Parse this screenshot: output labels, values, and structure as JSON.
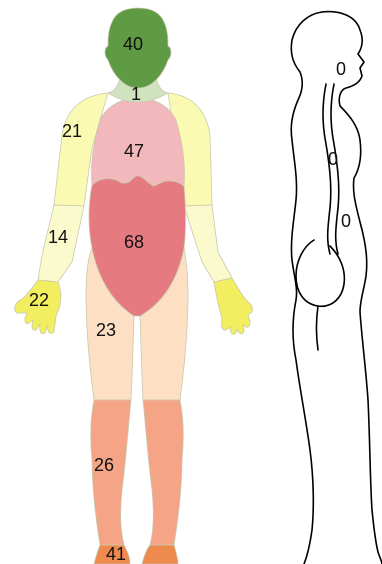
{
  "front_figure": {
    "regions": [
      {
        "key": "head",
        "label": "40",
        "color": "#5f9a44"
      },
      {
        "key": "neck",
        "label": "1",
        "color": "#cfe3bf"
      },
      {
        "key": "upper-arm",
        "label": "21",
        "color": "#fafab2"
      },
      {
        "key": "forearm",
        "label": "14",
        "color": "#fafacc"
      },
      {
        "key": "hand",
        "label": "22",
        "color": "#f2ee60"
      },
      {
        "key": "chest",
        "label": "47",
        "color": "#f2b8bc"
      },
      {
        "key": "abdomen",
        "label": "68",
        "color": "#e57a80"
      },
      {
        "key": "thigh",
        "label": "23",
        "color": "#fde0c4"
      },
      {
        "key": "lower-leg",
        "label": "26",
        "color": "#f5a585"
      },
      {
        "key": "foot",
        "label": "41",
        "color": "#ef8a4e"
      }
    ]
  },
  "side_figure": {
    "labels": [
      {
        "key": "upper-back",
        "label": "0"
      },
      {
        "key": "mid-back",
        "label": "0"
      },
      {
        "key": "lower-back",
        "label": "0"
      }
    ]
  }
}
